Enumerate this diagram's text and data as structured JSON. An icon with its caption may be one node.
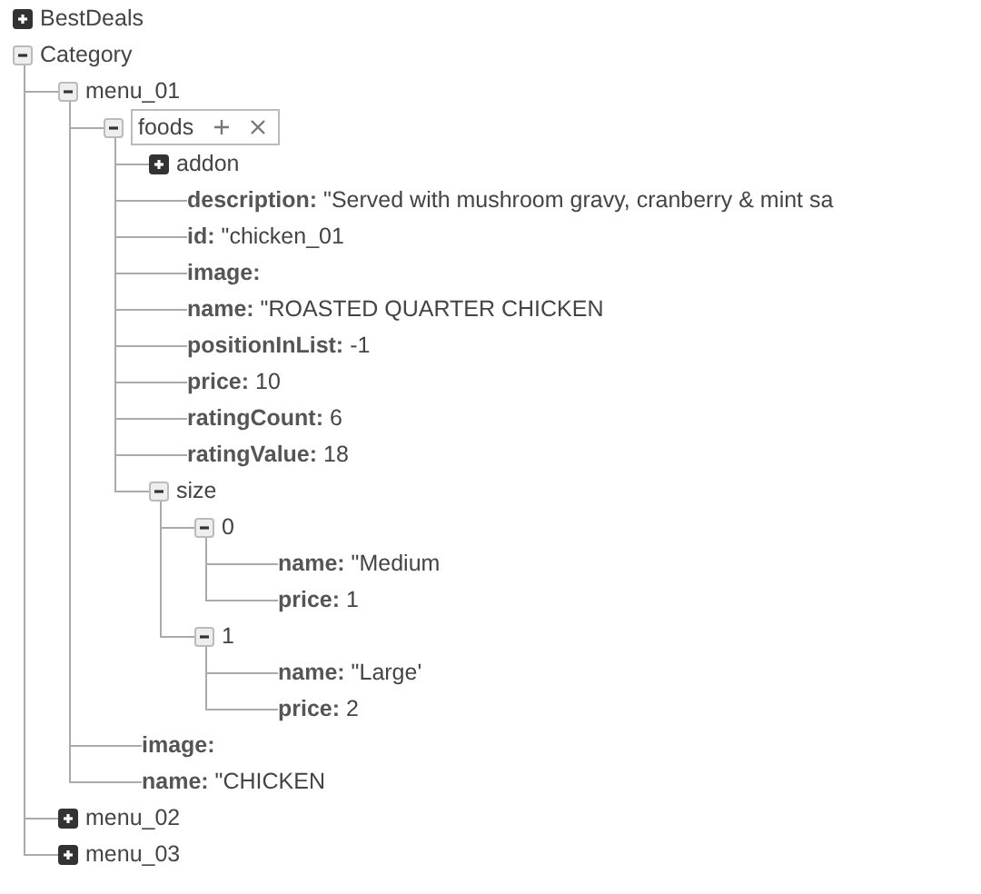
{
  "diagram": {
    "nodes": [
      {
        "text": [
          "BestDeals"
        ]
      },
      {
        "text": [
          "Category"
        ]
      },
      {
        "text": [
          "menu_01"
        ]
      },
      {
        "text": [
          "foods"
        ]
      },
      {
        "text": [
          "addon"
        ]
      },
      {
        "text": [
          "**description:** \"Served with mushroom gravy, cranberry & mint sa"
        ]
      },
      {
        "text": [
          "**id:** \"chicken_01"
        ]
      },
      {
        "text": [
          "**image:**"
        ]
      },
      {
        "text": [
          "**name:** \"ROASTED QUARTER CHICKEN"
        ]
      },
      {
        "text": [
          "**positionInList:** -1"
        ]
      },
      {
        "text": [
          "**price:** 10"
        ]
      },
      {
        "text": [
          "**ratingCount:** 6"
        ]
      },
      {
        "text": [
          "**ratingValue:** 18"
        ]
      },
      {
        "text": [
          "size"
        ]
      },
      {
        "text": [
          "0"
        ]
      },
      {
        "text": [
          "**name:** \"Medium"
        ]
      },
      {
        "text": [
          "**price:** 1"
        ]
      },
      {
        "text": [
          "1"
        ]
      },
      {
        "text": [
          "**name:** \"Large'"
        ]
      },
      {
        "text": [
          "**price:** 2"
        ]
      },
      {
        "text": [
          "**image:**"
        ]
      },
      {
        "text": [
          "**name:** \"CHICKEN"
        ]
      },
      {
        "text": [
          "menu_02"
        ]
      },
      {
        "text": [
          "menu_03"
        ]
      }
    ],
    "edges": [
      {
        "from": 1,
        "to": 2,
        "arrow": "none"
      },
      {
        "from": 2,
        "to": 3,
        "arrow": "none"
      },
      {
        "from": 3,
        "to": 4,
        "arrow": "none"
      },
      {
        "from": 3,
        "to": 5,
        "arrow": "none"
      },
      {
        "from": 3,
        "to": 6,
        "arrow": "none"
      },
      {
        "from": 3,
        "to": 7,
        "arrow": "none"
      },
      {
        "from": 3,
        "to": 8,
        "arrow": "none"
      },
      {
        "from": 3,
        "to": 9,
        "arrow": "none"
      },
      {
        "from": 3,
        "to": 10,
        "arrow": "none"
      },
      {
        "from": 3,
        "to": 11,
        "arrow": "none"
      },
      {
        "from": 3,
        "to": 12,
        "arrow": "none"
      },
      {
        "from": 3,
        "to": 13,
        "arrow": "none"
      },
      {
        "from": 13,
        "to": 14,
        "arrow": "none"
      },
      {
        "from": 14,
        "to": 15,
        "arrow": "none"
      },
      {
        "from": 14,
        "to": 16,
        "arrow": "none"
      },
      {
        "from": 13,
        "to": 17,
        "arrow": "none"
      },
      {
        "from": 17,
        "to": 18,
        "arrow": "none"
      },
      {
        "from": 17,
        "to": 19,
        "arrow": "none"
      },
      {
        "from": 2,
        "to": 20,
        "arrow": "none"
      },
      {
        "from": 2,
        "to": 21,
        "arrow": "none"
      },
      {
        "from": 1,
        "to": 22,
        "arrow": "none"
      },
      {
        "from": 1,
        "to": 23,
        "arrow": "none"
      }
    ]
  }
}
